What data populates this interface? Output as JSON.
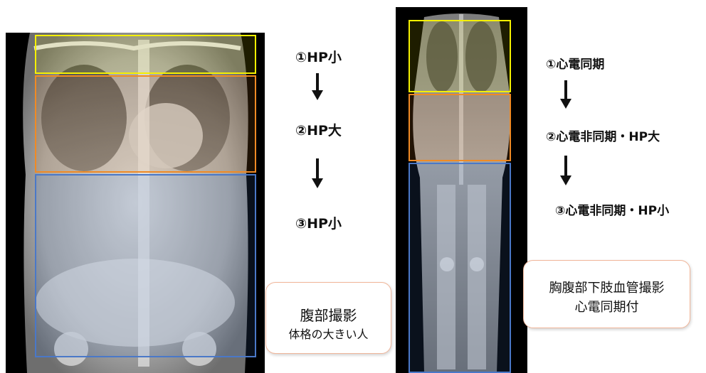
{
  "panels": {
    "left": {
      "image": "abdominal-xray",
      "steps": [
        "①HP小",
        "②HP大",
        "③HP小"
      ],
      "note": {
        "line1": "腹部撮影",
        "line2": "体格の大きい人"
      }
    },
    "right": {
      "image": "chest-abdomen-legs-xray",
      "steps": [
        "①心電同期",
        "②心電非同期・HP大",
        "③心電非同期・HP小"
      ],
      "note": {
        "line1": "胸腹部下肢血管撮影",
        "line2": "心電同期付"
      }
    }
  },
  "colors": {
    "region_1": "#f5f100",
    "region_2": "#f08a24",
    "region_3": "#4a78c8",
    "arrow": "#111111",
    "note_border": "#f1b69a"
  },
  "icons": {
    "arrow": "down-arrow-icon"
  }
}
